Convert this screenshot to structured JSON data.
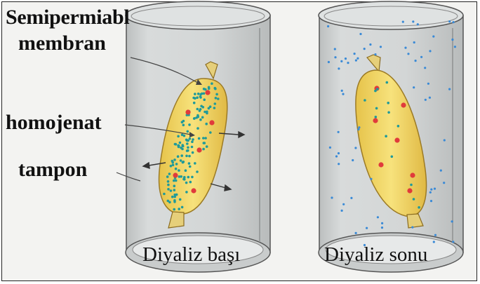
{
  "labels": {
    "semipermeable_line1": "Semipermiabl",
    "semipermeable_line2": "membran",
    "homogenate": "homojenat",
    "buffer": "tampon"
  },
  "captions": {
    "start": "Diyaliz başı",
    "end": "Diyaliz sonu"
  },
  "colors": {
    "bag_fill": "#f3d763",
    "bag_outline": "#b08d2e",
    "protein_dot": "#e03b3b",
    "small_molecule_dot": "#1f9a9a",
    "buffer_dot": "#3a8ad6",
    "cylinder_glass": "#cfd2d2"
  }
}
